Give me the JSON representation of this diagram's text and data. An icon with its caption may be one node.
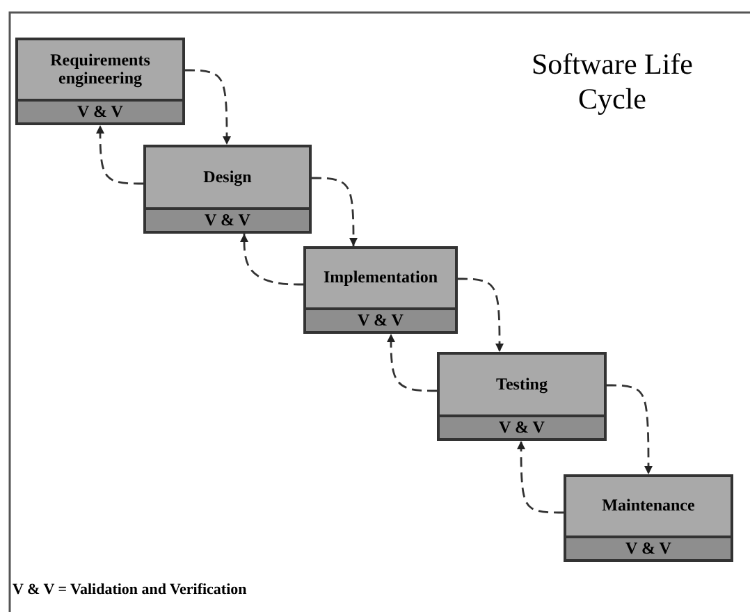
{
  "diagram": {
    "title": "Software Life Cycle",
    "caption": "V & V = Validation and Verification",
    "nodes": [
      {
        "text": [
          "Requirements engineering",
          "V & V"
        ]
      },
      {
        "text": [
          "Design",
          "V & V"
        ]
      },
      {
        "text": [
          "Implementation",
          "V & V"
        ]
      },
      {
        "text": [
          "Testing",
          "V & V"
        ]
      },
      {
        "text": [
          "Maintenance",
          "V & V"
        ]
      }
    ],
    "edges": [
      {
        "from": 0,
        "to": 1,
        "arrow": "to",
        "style": "dashed"
      },
      {
        "from": 1,
        "to": 0,
        "arrow": "to",
        "style": "dashed"
      },
      {
        "from": 1,
        "to": 2,
        "arrow": "to",
        "style": "dashed"
      },
      {
        "from": 2,
        "to": 1,
        "arrow": "to",
        "style": "dashed"
      },
      {
        "from": 2,
        "to": 3,
        "arrow": "to",
        "style": "dashed"
      },
      {
        "from": 3,
        "to": 2,
        "arrow": "to",
        "style": "dashed"
      },
      {
        "from": 3,
        "to": 4,
        "arrow": "to",
        "style": "dashed"
      },
      {
        "from": 4,
        "to": 3,
        "arrow": "to",
        "style": "dashed"
      }
    ]
  }
}
